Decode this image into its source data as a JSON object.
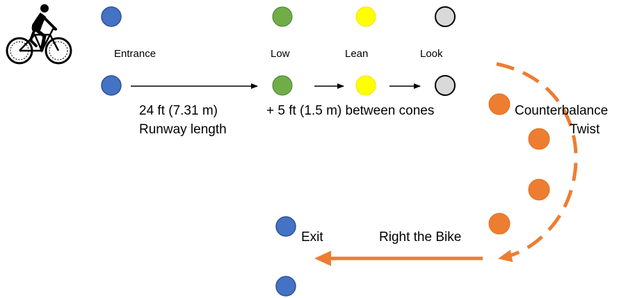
{
  "colors": {
    "blue": "#4472C4",
    "green": "#70AD47",
    "yellow": "#FFFF00",
    "grey": "#D9D9D9",
    "orange": "#ED7D31",
    "outline": "#2F528F",
    "black": "#000000"
  },
  "icon": "cyclist-icon",
  "labels": {
    "entrance": "Entrance",
    "low": "Low",
    "lean": "Lean",
    "look": "Look",
    "runway_line1": "24 ft (7.31 m)",
    "runway_line2": "Runway length",
    "spacing": "+ 5 ft (1.5 m) between cones",
    "counterbalance": "Counterbalance",
    "twist": "Twist",
    "exit": "Exit",
    "right_the_bike": "Right the Bike"
  }
}
